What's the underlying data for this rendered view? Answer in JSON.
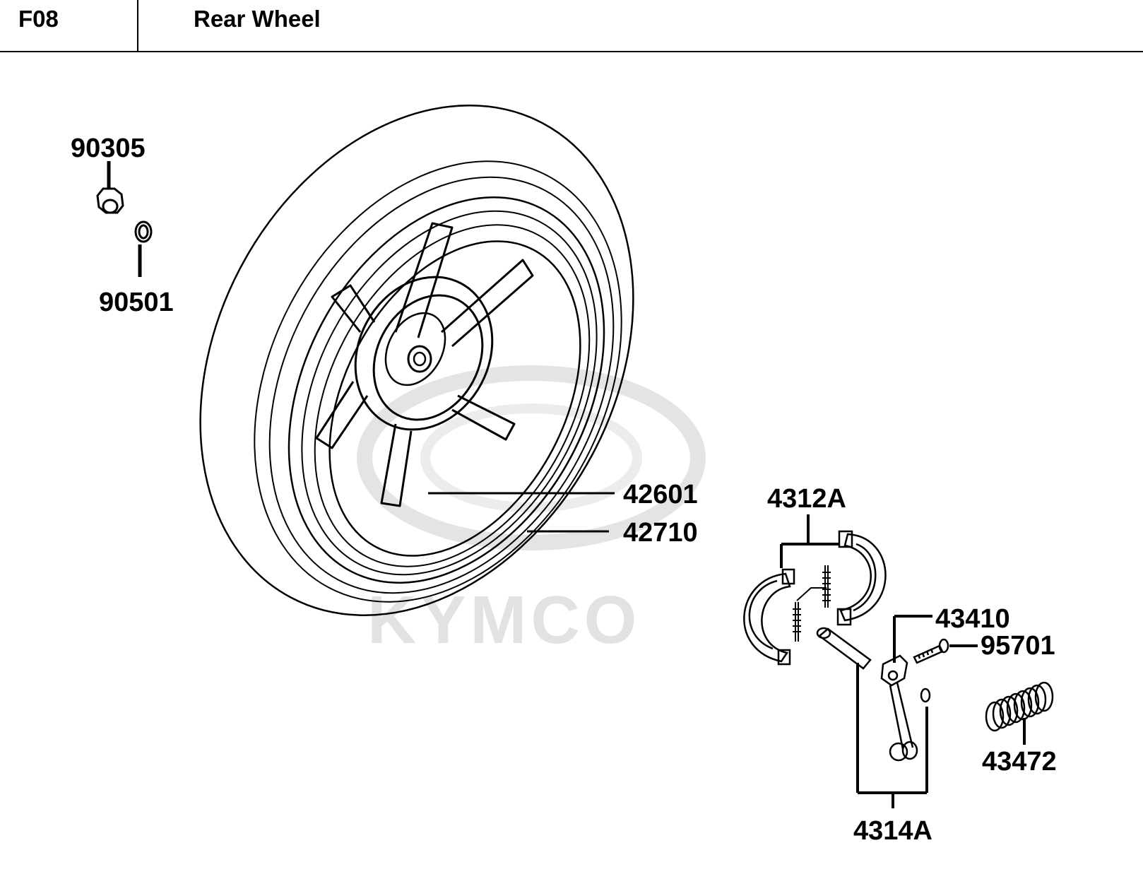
{
  "header": {
    "code": "F08",
    "title": "Rear Wheel"
  },
  "watermark": {
    "text": "KYMCO",
    "color": "#e2e2e2"
  },
  "parts": {
    "p90305": "90305",
    "p90501": "90501",
    "p42601": "42601",
    "p42710": "42710",
    "p4312A": "4312A",
    "p43410": "43410",
    "p95701": "95701",
    "p43472": "43472",
    "p4314A": "4314A"
  }
}
